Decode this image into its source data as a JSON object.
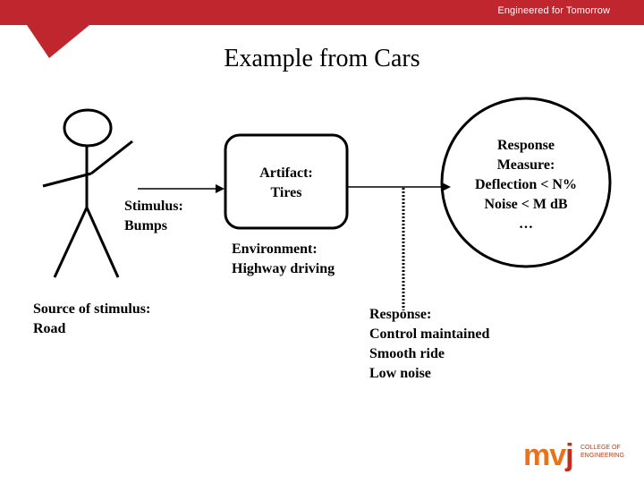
{
  "header": {
    "tagline": "Engineered for Tomorrow",
    "bar_color": "#c0262d"
  },
  "title": "Example from Cars",
  "diagram": {
    "stimulus": [
      "Stimulus:",
      "Bumps"
    ],
    "source": [
      "Source of stimulus:",
      "Road"
    ],
    "artifact": [
      "Artifact:",
      "Tires"
    ],
    "environment": [
      "Environment:",
      "Highway driving"
    ],
    "response": [
      "Response:",
      "Control maintained",
      "Smooth ride",
      "Low noise"
    ],
    "response_measure": [
      "Response",
      "Measure:",
      "Deflection < N%",
      "Noise < M dB",
      "…"
    ]
  },
  "logo": {
    "mark": "mv",
    "mark_j": "j",
    "lines": [
      "COLLEGE OF",
      "ENGINEERING"
    ],
    "colors": [
      "#e8731c",
      "#c42c1e"
    ]
  }
}
